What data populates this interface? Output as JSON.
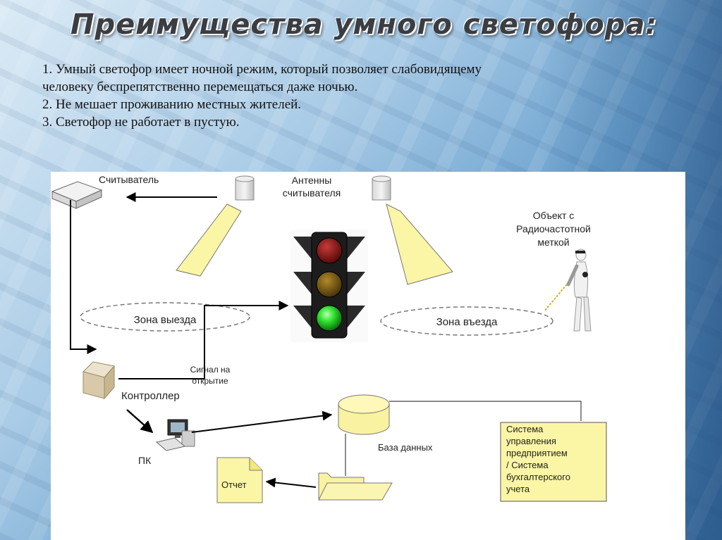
{
  "slide": {
    "title": "Преимущества умного светофора:",
    "points": [
      "1. Умный светофор имеет ночной режим, который позволяет слабовидящему",
      "человеку беспрепятственно перемещаться даже ночью.",
      "2. Не мешает проживанию местных жителей.",
      "3. Светофор не работает в пустую."
    ]
  },
  "diagram": {
    "reader": "Считыватель",
    "antennas_line1": "Антенны",
    "antennas_line2": "считывателя",
    "object_line1": "Объект с",
    "object_line2": "Радиочастотной",
    "object_line3": "меткой",
    "exit_zone": "Зона выезда",
    "entry_zone": "Зона въезда",
    "signal_line1": "Сигнал на",
    "signal_line2": "открытие",
    "controller": "Контроллер",
    "pc": "ПК",
    "database": "База данных",
    "report": "Отчет",
    "erp_lines": [
      "Система",
      "управления",
      "предприятием",
      "/ Система",
      "бухгалтерского",
      "учета"
    ]
  },
  "colors": {
    "title_text": "#3a3d42",
    "beam_fill": "#fbf5a6",
    "light_red": "#7a1212",
    "light_amber": "#6e5410",
    "light_green": "#2fe12f",
    "note_fill": "#fbf5a6",
    "erp_fill": "#fbf5a6"
  }
}
